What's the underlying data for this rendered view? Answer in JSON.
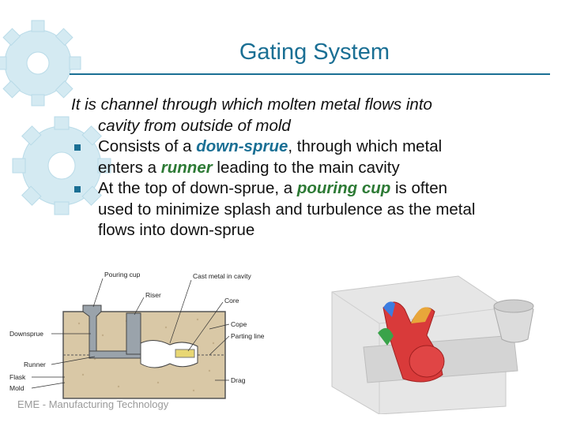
{
  "slide": {
    "title": "Gating System",
    "paragraph": {
      "line1": "It is channel through which molten metal flows into",
      "line2": "cavity from outside of mold"
    },
    "bullet1": {
      "pre": "Consists of a ",
      "kw1": "down-sprue",
      "mid": ", through which metal",
      "line2_pre": "enters a ",
      "kw2": "runner",
      "line2_post": " leading to the main cavity"
    },
    "bullet2": {
      "pre": "At the top of down-sprue, a ",
      "kw": "pouring cup",
      "post": " is often",
      "line2": "used to minimize splash and turbulence as the metal",
      "line3": "flows into down-sprue"
    },
    "footer": "EME - Manufacturing Technology",
    "colors": {
      "title": "#1a6f94",
      "keyword_blue": "#1a6f94",
      "keyword_green": "#2d7a35",
      "gear": "#c9e4ee"
    },
    "diagram": {
      "labels": {
        "pouring_cup": "Pouring cup",
        "cast_metal": "Cast metal in cavity",
        "riser": "Riser",
        "core": "Core",
        "cope": "Cope",
        "parting_line": "Parting line",
        "downsprue": "Downsprue",
        "runner": "Runner",
        "flask": "Flask",
        "mold": "Mold",
        "drag": "Drag"
      }
    }
  }
}
